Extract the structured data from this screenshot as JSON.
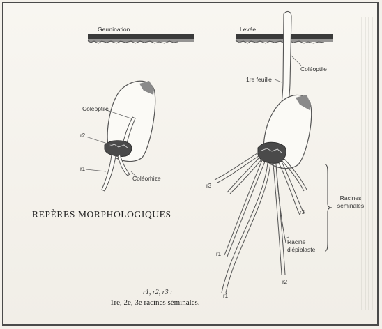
{
  "labels": {
    "germination": "Germination",
    "levee": "Levée",
    "coleoptile_left": "Coléoptile",
    "coleoptile_right": "Coléoptile",
    "premiere_feuille": "1re feuille",
    "coleorhize": "Coléorhize",
    "r1_left": "r1",
    "r2_left": "r2",
    "r1_right": "r1",
    "r1_right_b": "r1",
    "r2_right": "r2",
    "r3_right": "r3",
    "r3_right_b": "r3",
    "racines_seminales": "Racines séminales",
    "racine_epiblaste": "Racine d'épiblaste"
  },
  "title": "REPÈRES MORPHOLOGIQUES",
  "caption": {
    "symbols": "r1, r2, r3 :",
    "text": "1re, 2e, 3e racines séminales."
  }
}
